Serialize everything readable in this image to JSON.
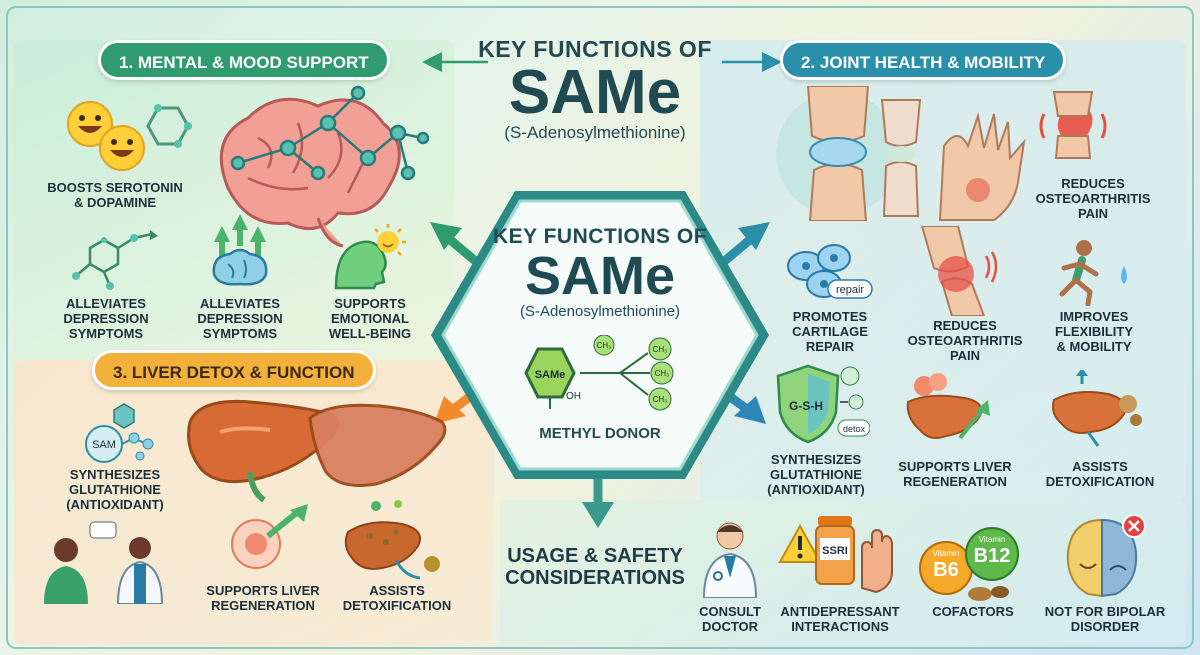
{
  "header": {
    "title_prefix": "KEY FUNCTIONS OF",
    "title_main": "SAMe",
    "title_sub": "(S-Adenosylmethionine)"
  },
  "center": {
    "title_prefix": "KEY FUNCTIONS OF",
    "title_main": "SAMe",
    "title_sub": "(S-Adenosylmethionine)",
    "molecule_label": "SAMe",
    "ch3": "CH₃",
    "oh": "OH",
    "caption": "METHYL DONOR"
  },
  "sections": {
    "mental": {
      "title": "1. MENTAL & MOOD SUPPORT",
      "items": [
        "BOOSTS SEROTONIN\n& DOPAMINE",
        "ALLEVIATES\nDEPRESSION\nSYMPTOMS",
        "ALLEVIATES\nDEPRESSION\nSYMPTOMS",
        "SUPPORTS\nEMOTIONAL\nWELL-BEING"
      ]
    },
    "joint": {
      "title": "2. JOINT HEALTH & MOBILITY",
      "items": [
        "REDUCES\nOSTEOARTHRITIS\nPAIN",
        "PROMOTES\nCARTILAGE\nREPAIR",
        "REDUCES\nOSTEOARTHRITIS\nPAIN",
        "IMPROVES\nFLEXIBILITY\n& MOBILITY",
        "SYNTHESIZES\nGLUTATHIONE\n(ANTIOXIDANT)",
        "SUPPORTS LIVER\nREGENERATION",
        "ASSISTS\nDETOXIFICATION"
      ],
      "repair_tag": "repair",
      "gsh": "G-S-H",
      "detox_tag": "detox"
    },
    "liver": {
      "title": "3. LIVER DETOX & FUNCTION",
      "items": [
        "SYNTHESIZES\nGLUTATHIONE\n(ANTIOXIDANT)",
        "SUPPORTS LIVER\nREGENERATION",
        "ASSISTS\nDETOXIFICATION"
      ],
      "sam_tag": "SAM"
    },
    "safety": {
      "title": "USAGE & SAFETY\nCONSIDERATIONS",
      "items": [
        "CONSULT\nDOCTOR",
        "ANTIDEPRESSANT\nINTERACTIONS",
        "COFACTORS",
        "NOT FOR BIPOLAR\nDISORDER"
      ],
      "ssri": "SSRI",
      "vit_word": "Vitamin",
      "b6": "B6",
      "b12": "B12"
    }
  },
  "colors": {
    "mental_green": "#2f9b6f",
    "joint_teal": "#2a8fa8",
    "liver_orange": "#f3b13b",
    "arrow_orange": "#f08a2a",
    "arrow_blue": "#2f86b8"
  }
}
